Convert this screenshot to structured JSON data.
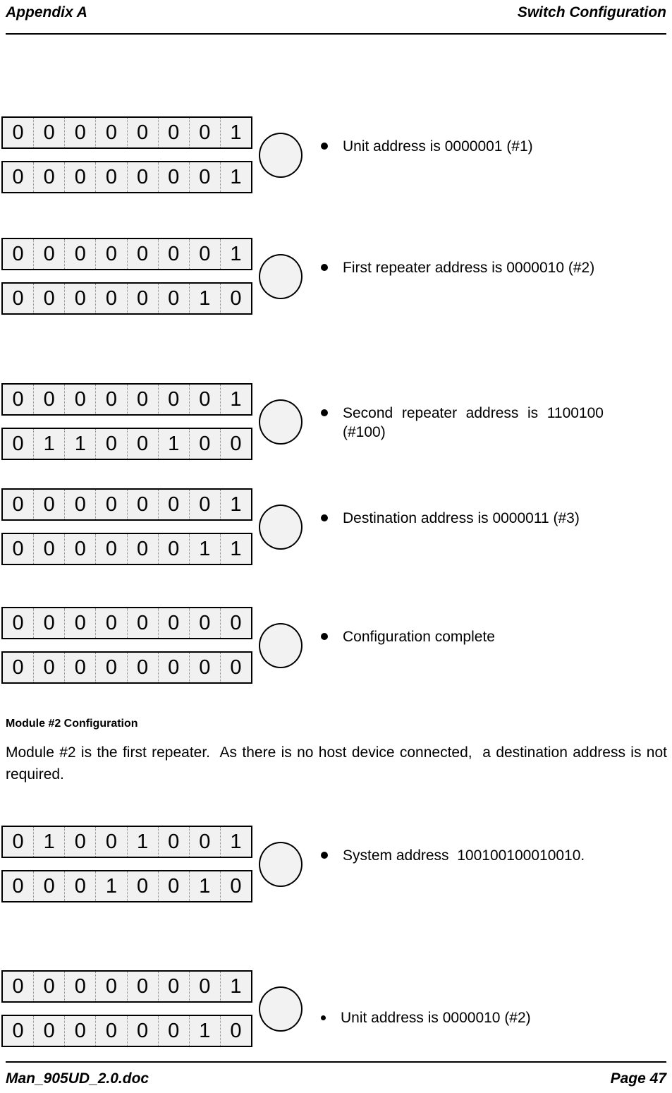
{
  "header": {
    "left": "Appendix A",
    "right": "Switch Configuration"
  },
  "footer": {
    "left": "Man_905UD_2.0.doc",
    "right": "Page 47"
  },
  "section": {
    "heading": "Module #2 Configuration",
    "body": "Module #2 is the first repeater.  As there is no host device connected,  a destination address is not required."
  },
  "colors": {
    "page_bg": "#ffffff",
    "cell_bg": "#f1f1f1",
    "circle_bg": "#f2f2f2",
    "border": "#000000"
  },
  "pairs": [
    {
      "rows": [
        [
          0,
          0,
          0,
          0,
          0,
          0,
          0,
          1
        ],
        [
          0,
          0,
          0,
          0,
          0,
          0,
          0,
          1
        ]
      ],
      "bullet": "Unit address is 0000001 (#1)"
    },
    {
      "rows": [
        [
          0,
          0,
          0,
          0,
          0,
          0,
          0,
          1
        ],
        [
          0,
          0,
          0,
          0,
          0,
          0,
          1,
          0
        ]
      ],
      "bullet": "First repeater address is 0000010 (#2)"
    },
    {
      "rows": [
        [
          0,
          0,
          0,
          0,
          0,
          0,
          0,
          1
        ],
        [
          0,
          1,
          1,
          0,
          0,
          1,
          0,
          0
        ]
      ],
      "bullet": "Second repeater address is 1100100 (#100)"
    },
    {
      "rows": [
        [
          0,
          0,
          0,
          0,
          0,
          0,
          0,
          1
        ],
        [
          0,
          0,
          0,
          0,
          0,
          0,
          1,
          1
        ]
      ],
      "bullet": "Destination address is 0000011 (#3)"
    },
    {
      "rows": [
        [
          0,
          0,
          0,
          0,
          0,
          0,
          0,
          0
        ],
        [
          0,
          0,
          0,
          0,
          0,
          0,
          0,
          0
        ]
      ],
      "bullet": "Configuration complete"
    },
    {
      "rows": [
        [
          0,
          1,
          0,
          0,
          1,
          0,
          0,
          1
        ],
        [
          0,
          0,
          0,
          1,
          0,
          0,
          1,
          0
        ]
      ],
      "bullet": "System address  100100100010010."
    },
    {
      "rows": [
        [
          0,
          0,
          0,
          0,
          0,
          0,
          0,
          1
        ],
        [
          0,
          0,
          0,
          0,
          0,
          0,
          1,
          0
        ]
      ],
      "bullet": "Unit address is 0000010 (#2)"
    }
  ]
}
